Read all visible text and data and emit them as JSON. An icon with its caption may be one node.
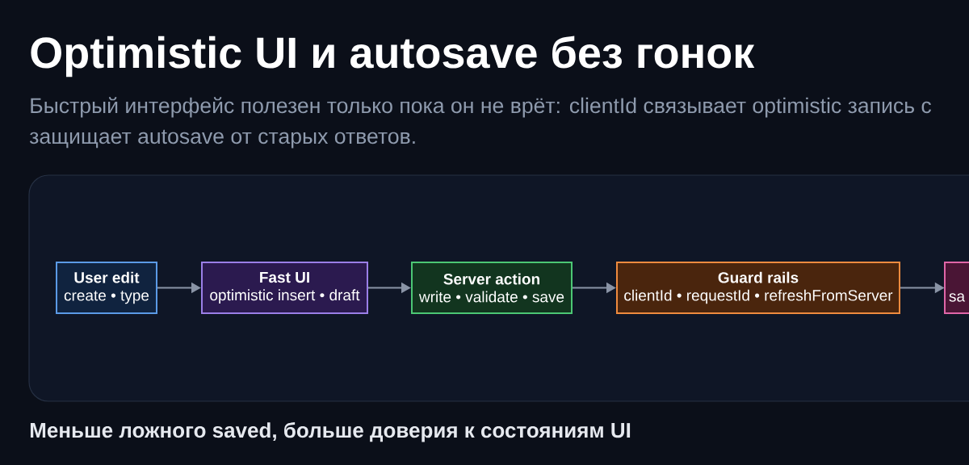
{
  "diagram": {
    "title": "Optimistic UI и autosave без гонок",
    "caption": "Меньше ложного saved, больше доверия к состояниям UI",
    "nodes": [
      {
        "text": [
          "User edit",
          "create • type"
        ]
      },
      {
        "text": [
          "Fast UI",
          "optimistic insert • draft"
        ]
      },
      {
        "text": [
          "Server action",
          "write • validate • save"
        ]
      },
      {
        "text": [
          "Guard rails",
          "clientId • requestId • refreshFromServer"
        ]
      },
      {
        "text": [
          "sa"
        ]
      }
    ],
    "edges": [
      {
        "from": 0,
        "to": 1,
        "arrow": "to"
      },
      {
        "from": 1,
        "to": 2,
        "arrow": "to"
      },
      {
        "from": 2,
        "to": 3,
        "arrow": "to"
      },
      {
        "from": 3,
        "to": 4,
        "arrow": "to"
      }
    ],
    "labels": [
      "Быстрый интерфейс полезен только пока он не врёт: clientId связывает optimistic запись с защищает autosave от старых ответов."
    ]
  }
}
